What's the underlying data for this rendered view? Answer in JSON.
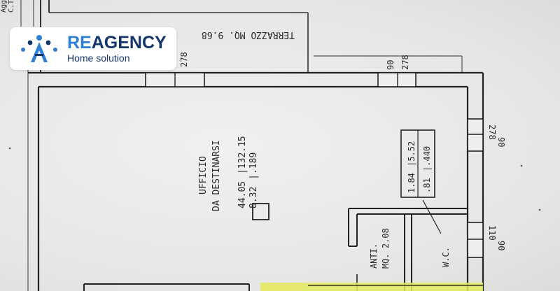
{
  "logo": {
    "brand_prefix": "RE",
    "brand_suffix": "AGENCY",
    "tagline": "Home solution",
    "colors": {
      "prefix": "#2f7fd2",
      "suffix": "#14366b",
      "person_dot": "#2f7fd2",
      "accent_dot": "#14366b"
    }
  },
  "plan": {
    "corner_label_1": "Aggo",
    "corner_label_2": "C.T.",
    "terrace": "TERRAZZO MQ. 9.68",
    "dim_top_left": "278",
    "dim_top_right_a": "90",
    "dim_top_right_b": "278",
    "dim_right_upper_a": "278",
    "dim_right_upper_b": "90",
    "dim_right_lower_a": "110",
    "dim_right_lower_b": "90",
    "office_line_1": "UFFICIO",
    "office_line_2": "DA DESTINARSI",
    "office_line_3": "44.05 ",
    "office_line_3b": "132.15",
    "office_line_4": "8.32 ",
    "office_line_4b": ".189",
    "wc_box_line_1": "1.84 ",
    "wc_box_line_1b": "5.52",
    "wc_box_line_2": ".81 ",
    "wc_box_line_2b": ".440",
    "anti_line_1": "ANTI.",
    "anti_line_2": "MQ. 2.08",
    "wc_label": "W.C.",
    "highlight_color": "#e4ea5a"
  }
}
